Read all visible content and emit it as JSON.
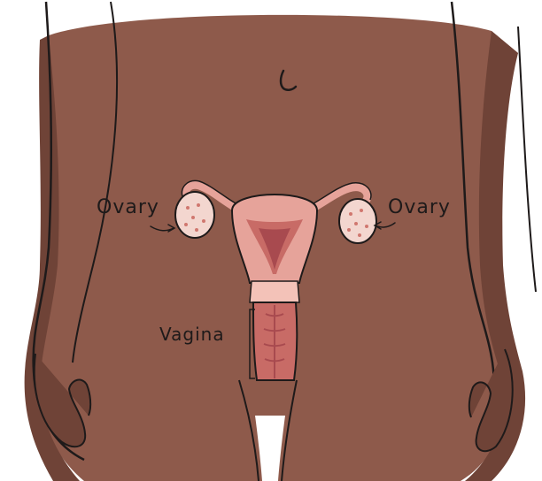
{
  "labels": {
    "ovary_left": "Ovary",
    "ovary_right": "Ovary",
    "vagina": "Vagina"
  },
  "colors": {
    "skin": "#8e5a4b",
    "skin_shadow": "#6f4337",
    "outline": "#1e1a1a",
    "uterus_outer": "#e6a39a",
    "uterus_inner": "#c86b66",
    "uterus_deep": "#a84a4f",
    "ovary": "#f3d6cf",
    "ovary_dots": "#d0776f"
  }
}
